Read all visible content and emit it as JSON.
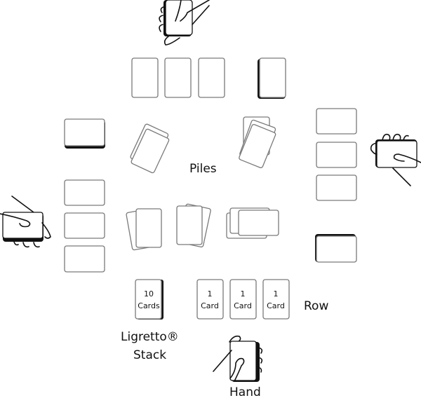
{
  "diagram": {
    "title": "Ligretto table layout",
    "labels": {
      "piles": "Piles",
      "row": "Row",
      "stack_line1": "Ligretto®",
      "stack_line2": "Stack",
      "hand": "Hand"
    },
    "stack_card": {
      "line1": "10",
      "line2": "Cards"
    },
    "row_cards": [
      {
        "line1": "1",
        "line2": "Card"
      },
      {
        "line1": "1",
        "line2": "Card"
      },
      {
        "line1": "1",
        "line2": "Card"
      }
    ],
    "players": 4,
    "colors": {
      "outline": "#7a7a7a",
      "ink": "#111111",
      "background": "#ffffff"
    }
  }
}
